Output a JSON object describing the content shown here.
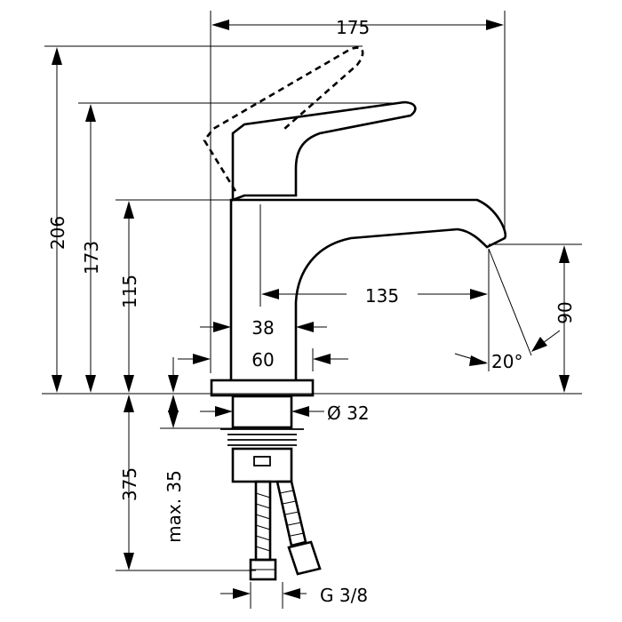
{
  "dimensions": {
    "overall_length": "175",
    "spout_reach": "135",
    "total_height_handle_raised": "206",
    "handle_height": "173",
    "spout_base_height": "115",
    "spout_outlet_height": "90",
    "body_width": "38",
    "base_width": "60",
    "connection_diameter": "Ø 32",
    "hose_length": "375",
    "max_counter_thickness": "max. 35",
    "thread_size": "G 3/8",
    "spray_angle": "20°"
  }
}
